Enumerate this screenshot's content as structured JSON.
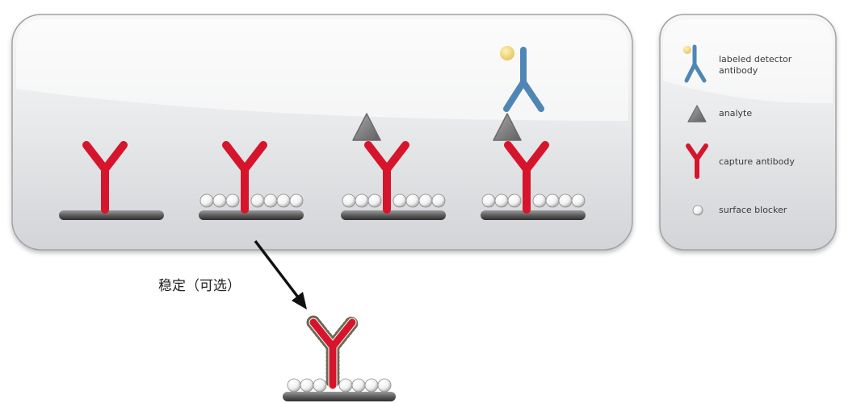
{
  "legend": {
    "detector": "labeled detector antibody",
    "analyte": "analyte",
    "capture": "capture antibody",
    "blocker": "surface blocker"
  },
  "step_label": "稳定（可选）",
  "colors": {
    "capture_antibody": "#d6152c",
    "detector_antibody": "#4f86b4",
    "label": "#f3d77a",
    "analyte": "#8a8a8a",
    "surface": "#6d6d6d",
    "panel": "#e7e8ea",
    "stabilizer_dots": "#6b6b55"
  }
}
